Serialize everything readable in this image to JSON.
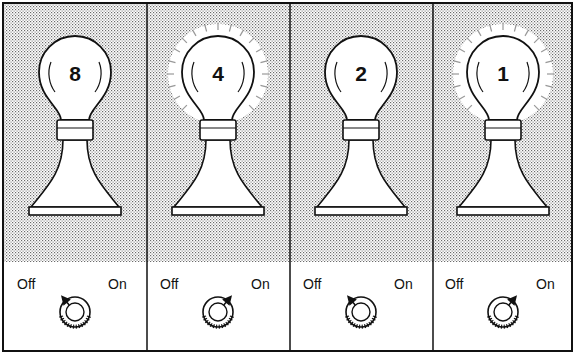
{
  "diagram": {
    "nodes": [
      {
        "text": [
          "8"
        ]
      },
      {
        "text": [
          "4"
        ]
      },
      {
        "text": [
          "2"
        ]
      },
      {
        "text": [
          "1"
        ]
      }
    ],
    "labels": [
      "Off",
      "On",
      "Off",
      "On",
      "Off",
      "On",
      "Off",
      "On"
    ]
  }
}
